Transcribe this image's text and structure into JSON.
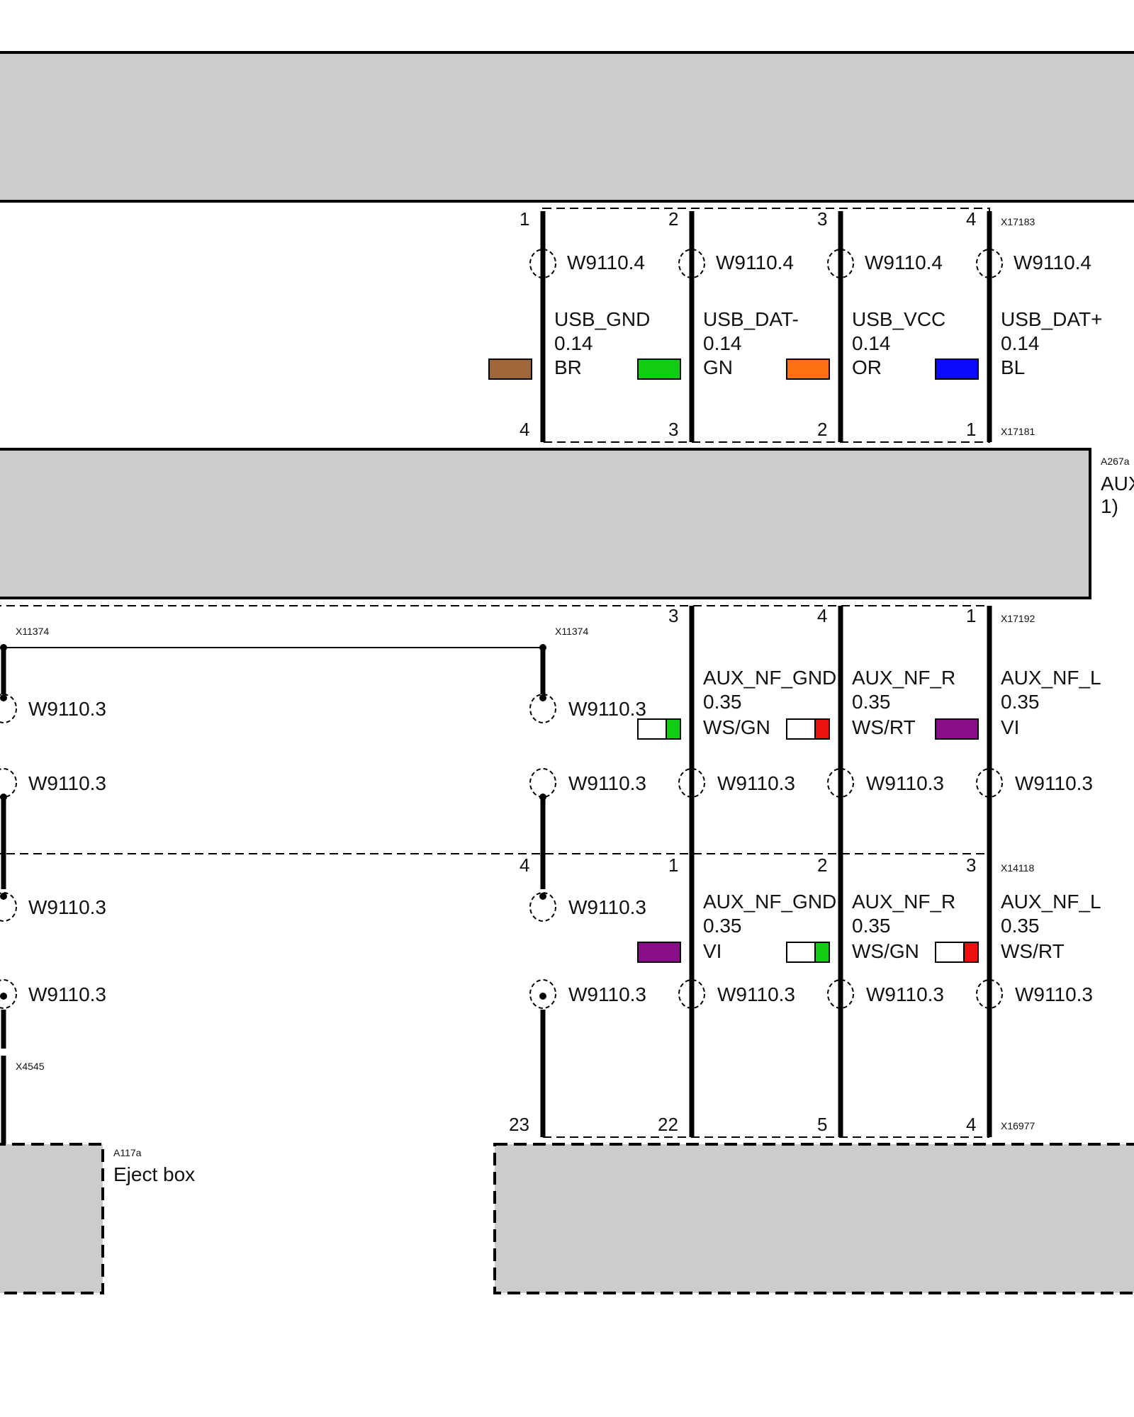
{
  "components": {
    "a267a_id": "A267a",
    "a267a_name": "AUX",
    "a267a_note": "1)",
    "a117a_id": "A117a",
    "a117a_name": "Eject box"
  },
  "upper_section": {
    "connector_top": "X17183",
    "connector_bottom": "X17181",
    "shield": "W9110.4",
    "wires": [
      {
        "signal": "USB_GND",
        "size": "0.14",
        "color_code": "BR",
        "pin_top": "1",
        "pin_bottom": "4"
      },
      {
        "signal": "USB_DAT-",
        "size": "0.14",
        "color_code": "GN",
        "pin_top": "2",
        "pin_bottom": "3"
      },
      {
        "signal": "USB_VCC",
        "size": "0.14",
        "color_code": "OR",
        "pin_top": "3",
        "pin_bottom": "2"
      },
      {
        "signal": "USB_DAT+",
        "size": "0.14",
        "color_code": "BL",
        "pin_top": "4",
        "pin_bottom": "1"
      }
    ]
  },
  "middle_section": {
    "connector": "X17192",
    "splice_left": "X11374",
    "splice_right": "X11374",
    "shield": "W9110.3",
    "wires": [
      {
        "signal": "AUX_NF_GND",
        "size": "0.35",
        "color_code": "WS/GN",
        "pin": "3"
      },
      {
        "signal": "AUX_NF_R",
        "size": "0.35",
        "color_code": "WS/RT",
        "pin": "4"
      },
      {
        "signal": "AUX_NF_L",
        "size": "0.35",
        "color_code": "VI",
        "pin": "1"
      }
    ]
  },
  "lower_section": {
    "connector": "X14118",
    "connector_eject": "X4545",
    "connector_bottom": "X16977",
    "shield": "W9110.3",
    "shield_pin": "4",
    "wires": [
      {
        "signal": "AUX_NF_GND",
        "size": "0.35",
        "color_code": "VI",
        "pin_top": "1",
        "pin_bottom": "22"
      },
      {
        "signal": "AUX_NF_R",
        "size": "0.35",
        "color_code": "WS/GN",
        "pin_top": "2",
        "pin_bottom": "5"
      },
      {
        "signal": "AUX_NF_L",
        "size": "0.35",
        "color_code": "WS/RT",
        "pin_top": "3",
        "pin_bottom": "4"
      }
    ],
    "shield_pin_bottom": "23"
  },
  "colors": {
    "box_fill": "#cccccc",
    "BR": "#a0683a",
    "GN": "#11cc11",
    "OR": "#ff7011",
    "BL": "#0a0aff",
    "VI": "#8a0e8a",
    "WS": "#ffffff",
    "RT": "#ee1111"
  }
}
